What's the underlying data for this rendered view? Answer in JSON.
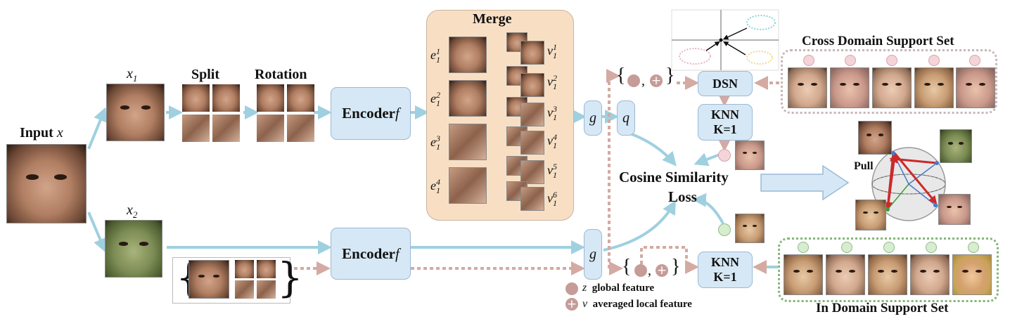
{
  "labels": {
    "input": "Input",
    "input_var": "x",
    "x1": "x",
    "x1_sub": "1",
    "x2": "x",
    "x2_sub": "2",
    "split": "Split",
    "rotation": "Rotation",
    "merge": "Merge",
    "encoder": "Encoder",
    "encoder_var": "f",
    "g": "g",
    "q": "q",
    "dsn": "DSN",
    "knn": "KNN",
    "k1": "K=1",
    "loss_line1": "Cosine Similarity",
    "loss_line2": "Loss",
    "cross_set": "Cross Domain Support Set",
    "in_set": "In Domain Support Set",
    "pull": "Pull",
    "legend_z_var": "z",
    "legend_z_text": "global feature",
    "legend_v_var": "v",
    "legend_v_text": "averaged local feature"
  },
  "merge_e": [
    {
      "sym": "e",
      "sup": "1",
      "sub": "1"
    },
    {
      "sym": "e",
      "sup": "2",
      "sub": "1"
    },
    {
      "sym": "e",
      "sup": "3",
      "sub": "1"
    },
    {
      "sym": "e",
      "sup": "4",
      "sub": "1"
    }
  ],
  "merge_v": [
    {
      "sym": "v",
      "sup": "1",
      "sub": "1"
    },
    {
      "sym": "v",
      "sup": "2",
      "sub": "1"
    },
    {
      "sym": "v",
      "sup": "3",
      "sub": "1"
    },
    {
      "sym": "v",
      "sup": "4",
      "sub": "1"
    },
    {
      "sym": "v",
      "sup": "5",
      "sub": "1"
    },
    {
      "sym": "v",
      "sup": "6",
      "sub": "1"
    }
  ],
  "colors": {
    "blue_arrow": "#9fd0e0",
    "pink_arrow": "#d4aaa2",
    "box_fill": "#d6e8f5",
    "merge_fill": "#f8dfc4",
    "pink_dot": "#f4d4d8",
    "green_dot": "#d6edd0",
    "red_arrow": "#cc2a2a",
    "grey_dot": "#c69c98"
  }
}
